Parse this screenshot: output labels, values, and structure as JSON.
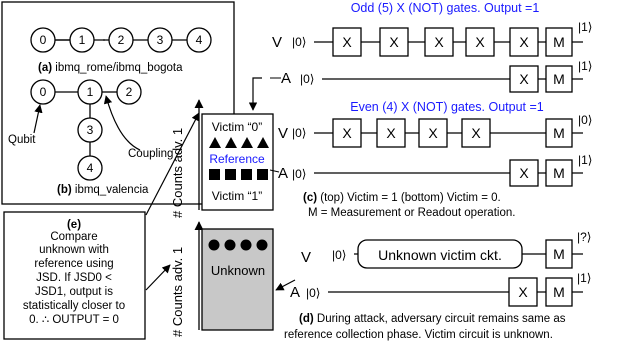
{
  "panel_a": {
    "nodes": [
      "0",
      "1",
      "2",
      "3",
      "4"
    ],
    "caption_tag": "(a)",
    "caption_text": " ibmq_rome/ibmq_bogota"
  },
  "panel_b": {
    "nodes": [
      "0",
      "1",
      "2",
      "3",
      "4"
    ],
    "qubit_label": "Qubit",
    "coupling_label": "Coupling",
    "caption_tag": "(b)",
    "caption_text": " ibmq_valencia"
  },
  "reference": {
    "axis_label": "# Counts adv. 1",
    "victim0_label": "Victim “0”",
    "middle_label": "Reference",
    "victim1_label": "Victim “1”"
  },
  "unknown": {
    "axis_label": "# Counts adv. 1",
    "box_label": "Unknown"
  },
  "panel_e": {
    "caption_tag": "(e)",
    "lines": [
      "Compare",
      "unknown with",
      "reference using",
      "JSD. If JSD0 <",
      "JSD1, output is",
      "statistically closer to",
      "0. ∴ OUTPUT = 0"
    ]
  },
  "circuit_odd": {
    "title": "Odd (5) X (NOT) gates. Output  =1",
    "victim_wire": "V",
    "adversary_wire": "A",
    "init_state": "|0⟩",
    "gate_label": "X",
    "measure_label": "M",
    "victim_out": "|1⟩",
    "adversary_out": "|1⟩"
  },
  "circuit_even": {
    "title": "Even (4) X (NOT) gates. Output  =1",
    "victim_wire": "V",
    "adversary_wire": "A",
    "init_state": "|0⟩",
    "gate_label": "X",
    "measure_label": "M",
    "victim_out": "|0⟩",
    "adversary_out": "|1⟩"
  },
  "panel_c": {
    "caption_tag": "(c)",
    "line1": " (top) Victim = 1 (bottom) Victim = 0.",
    "line2": "M = Measurement or Readout operation."
  },
  "circuit_unknown": {
    "victim_wire": "V",
    "adversary_wire": "A",
    "init_state": "|0⟩",
    "unknown_block": "Unknown victim ckt.",
    "gate_label": "X",
    "measure_label": "M",
    "victim_out": "|?⟩",
    "adversary_out": "|1⟩"
  },
  "panel_d": {
    "caption_tag": "(d)",
    "line1": " During attack, adversary circuit remains same as",
    "line2": "reference collection phase. Victim circuit is unknown."
  },
  "colors": {
    "title_blue": "#1a1aff",
    "reference_blue": "#1a1aff",
    "unknown_fill": "#c8c8c8",
    "stroke": "#000000"
  }
}
